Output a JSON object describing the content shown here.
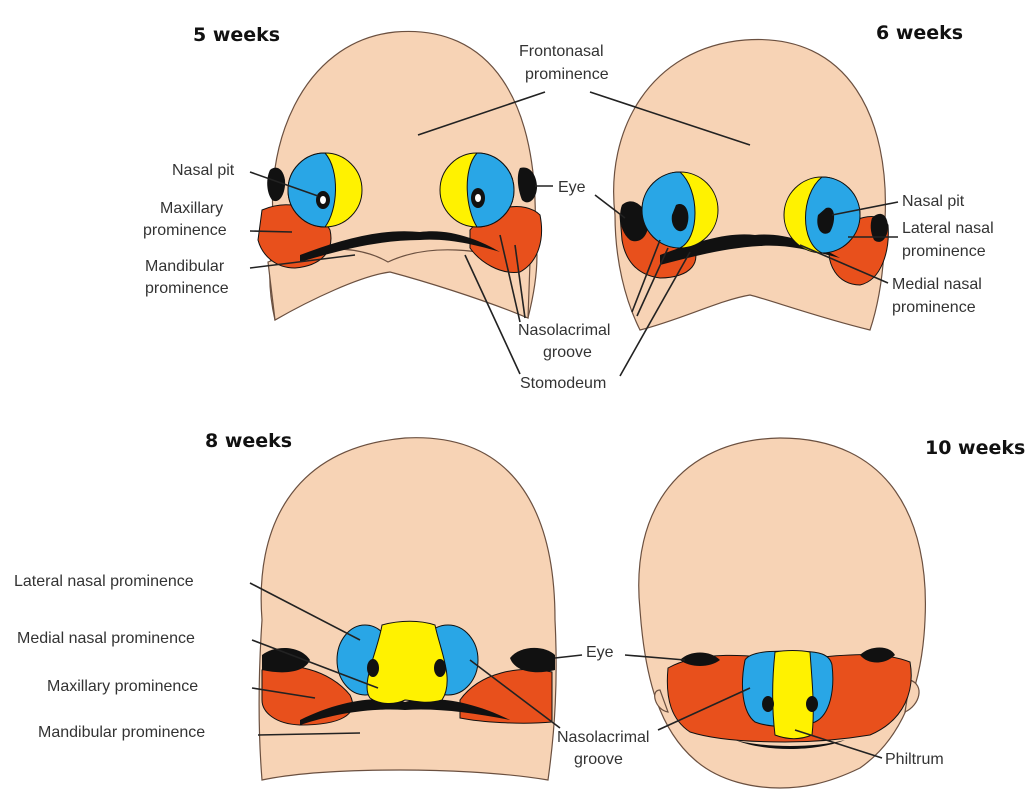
{
  "stages": {
    "week5": {
      "title": "5 weeks"
    },
    "week6": {
      "title": "6 weeks"
    },
    "week8": {
      "title": "8 weeks"
    },
    "week10": {
      "title": "10 weeks"
    }
  },
  "labels": {
    "frontonasal_1": "Frontonasal",
    "frontonasal_2": "prominence",
    "nasal_pit_left": "Nasal pit",
    "maxillary_1": "Maxillary",
    "maxillary_2": "prominence",
    "mandibular_1": "Mandibular",
    "mandibular_2": "prominence",
    "eye_top": "Eye",
    "nasal_pit_right": "Nasal pit",
    "lateral_nasal_1": "Lateral nasal",
    "lateral_nasal_2": "prominence",
    "medial_nasal_1": "Medial nasal",
    "medial_nasal_2": "prominence",
    "nasolacrimal_1": "Nasolacrimal",
    "nasolacrimal_2": "groove",
    "stomodeum": "Stomodeum",
    "w8_lateral": "Lateral nasal prominence",
    "w8_medial": "Medial nasal prominence",
    "w8_maxillary": "Maxillary prominence",
    "w8_mandibular": "Mandibular prominence",
    "eye_bottom": "Eye",
    "nasolacrimal_b1": "Nasolacrimal",
    "nasolacrimal_b2": "groove",
    "philtrum": "Philtrum"
  },
  "colors": {
    "skin": "#f7d3b5",
    "lateral_nasal": "#29a6e6",
    "medial_nasal": "#fff200",
    "maxillary_mandibular": "#e8501c",
    "eye": "#111111"
  }
}
